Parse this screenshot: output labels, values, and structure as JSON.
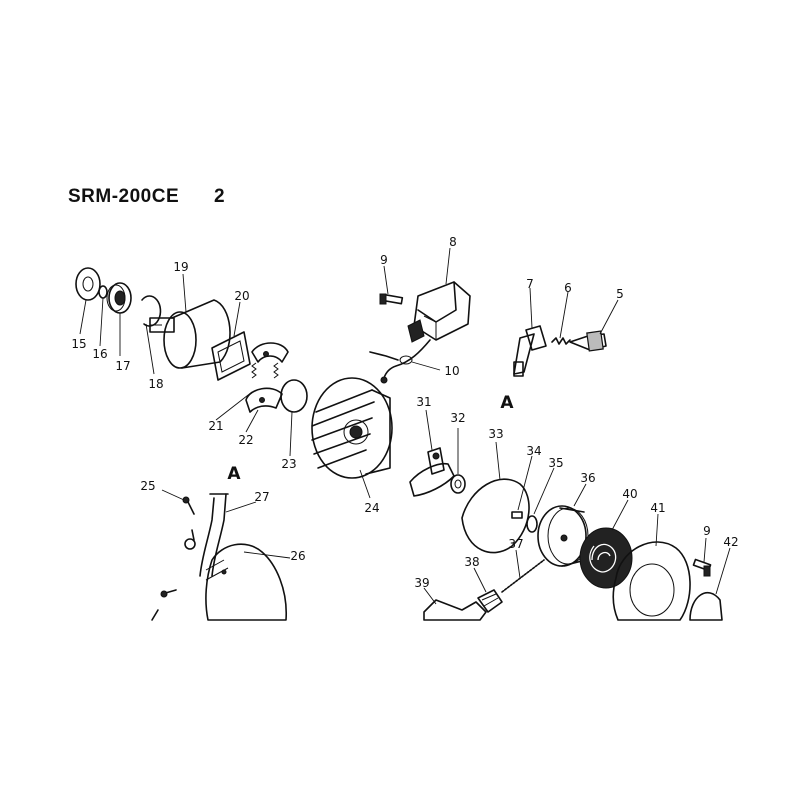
{
  "title": "SRM-200CE",
  "sheet": "2",
  "ref_marks": [
    "A",
    "A"
  ],
  "parts": [
    "5",
    "6",
    "7",
    "8",
    "9",
    "10",
    "15",
    "16",
    "17",
    "18",
    "19",
    "20",
    "21",
    "22",
    "23",
    "24",
    "25",
    "26",
    "27",
    "31",
    "32",
    "33",
    "34",
    "35",
    "36",
    "37",
    "38",
    "39",
    "40",
    "41",
    "9",
    "42"
  ]
}
